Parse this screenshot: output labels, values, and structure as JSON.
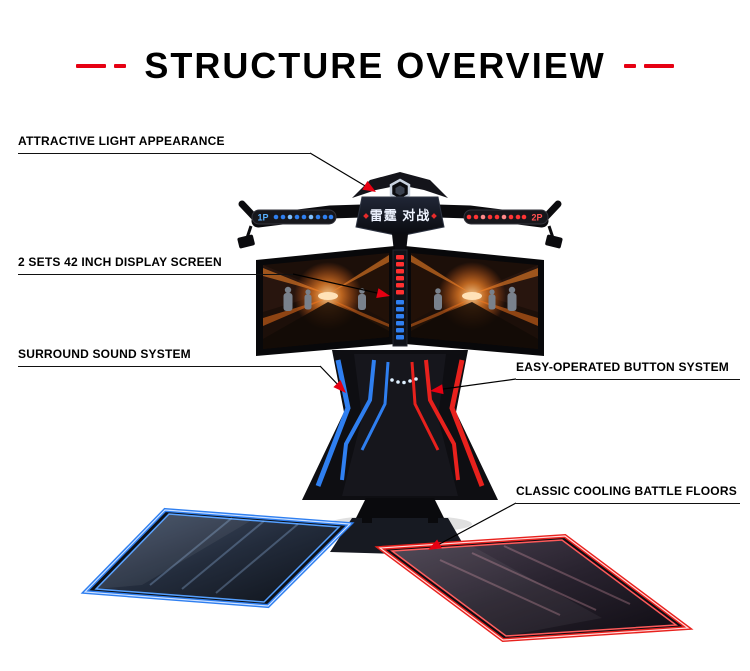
{
  "title": {
    "text": "STRUCTURE OVERVIEW"
  },
  "callouts": {
    "light_appearance": "ATTRACTIVE LIGHT APPEARANCE",
    "display_screen": "2 SETS 42 INCH DISPLAY SCREEN",
    "sound_system": "SURROUND SOUND SYSTEM",
    "button_system": "EASY-OPERATED BUTTON SYSTEM",
    "battle_floors": "CLASSIC COOLING BATTLE FLOORS"
  },
  "machine": {
    "marquee_text": "雷霆 对战",
    "player1_label": "1P",
    "player2_label": "2P"
  },
  "colors": {
    "accent_red": "#e60012",
    "player_blue": "#2f7ff0",
    "player_red": "#e8211d",
    "machine_black": "#0e0e12"
  }
}
